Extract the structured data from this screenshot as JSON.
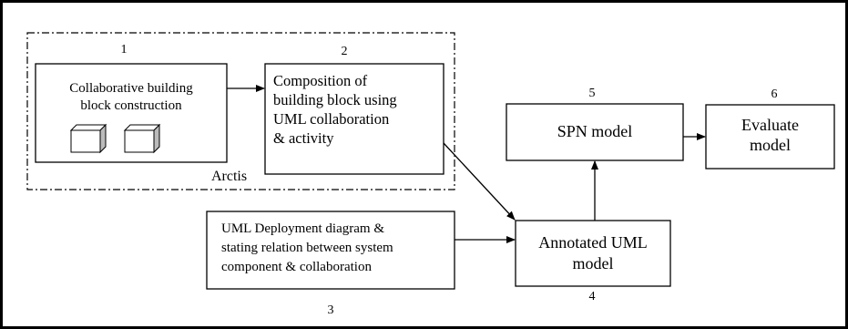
{
  "steps": [
    {
      "number": "1",
      "label": "Collaborative building block construction"
    },
    {
      "number": "2",
      "label": "Composition of building block using UML collaboration & activity"
    },
    {
      "number": "3",
      "label": "UML Deployment diagram & stating relation between system component & collaboration"
    },
    {
      "number": "4",
      "label": "Annotated UML model"
    },
    {
      "number": "5",
      "label": "SPN model"
    },
    {
      "number": "6",
      "label": "Evaluate model"
    }
  ],
  "group": {
    "label": "Arctis"
  },
  "text": {
    "s1_line1": "Collaborative building",
    "s1_line2": "block construction",
    "s2_line1": "Composition of",
    "s2_line2": "building block using",
    "s2_line3": "UML collaboration",
    "s2_line4": "& activity",
    "s3_line1": "UML Deployment diagram &",
    "s3_line2": "stating relation between system",
    "s3_line3": "component & collaboration",
    "s4_line1": "Annotated UML",
    "s4_line2": "model",
    "s5_line1": "SPN model",
    "s6_line1": "Evaluate",
    "s6_line2": "model"
  }
}
